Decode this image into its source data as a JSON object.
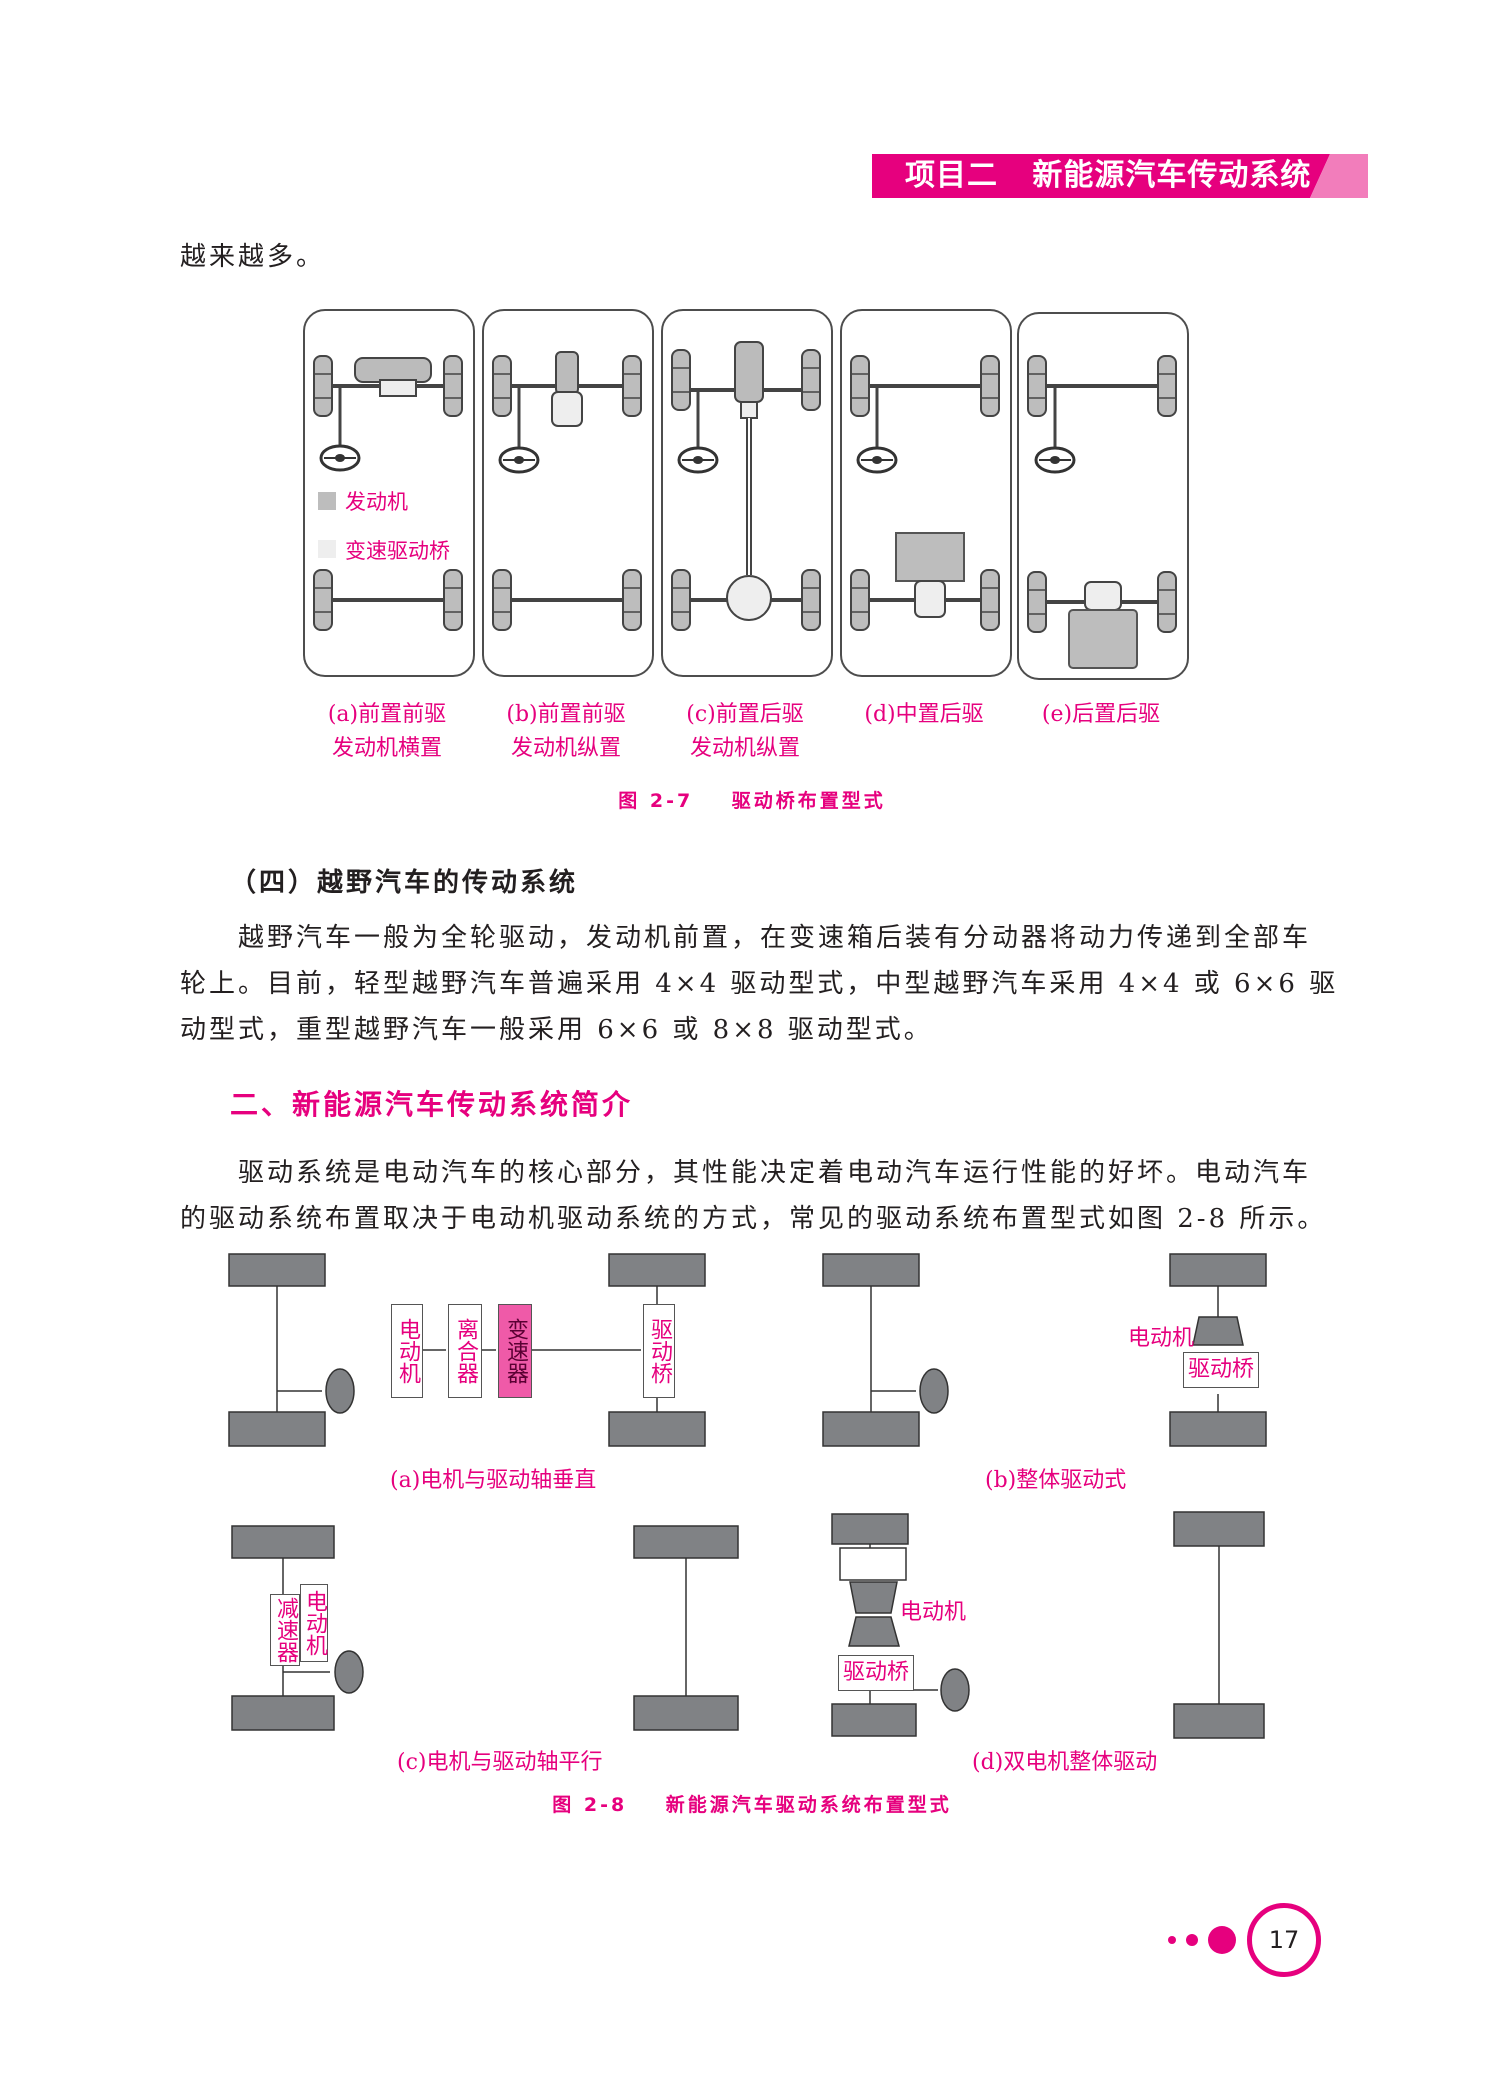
{
  "header": {
    "title": "项目二   新能源汽车传动系统"
  },
  "intro_line": "越来越多。",
  "fig27": {
    "legend": {
      "engine": "发动机",
      "transaxle": "变速驱动桥"
    },
    "captions": [
      {
        "line1": "(a)前置前驱",
        "line2": "发动机横置"
      },
      {
        "line1": "(b)前置前驱",
        "line2": "发动机纵置"
      },
      {
        "line1": "(c)前置后驱",
        "line2": "发动机纵置"
      },
      {
        "line1": "(d)中置后驱",
        "line2": ""
      },
      {
        "line1": "(e)后置后驱",
        "line2": ""
      }
    ],
    "title": "图 2-7    驱动桥布置型式"
  },
  "offroad": {
    "heading": "（四）越野汽车的传动系统",
    "lines": [
      "越野汽车一般为全轮驱动，发动机前置，在变速箱后装有分动器将动力传递到全部车",
      "轮上。目前，轻型越野汽车普遍采用 4×4 驱动型式，中型越野汽车采用 4×4 或 6×6 驱",
      "动型式，重型越野汽车一般采用 6×6 或 8×8 驱动型式。"
    ]
  },
  "section2": {
    "heading": "二、新能源汽车传动系统简介",
    "lines": [
      "驱动系统是电动汽车的核心部分，其性能决定着电动汽车运行性能的好坏。电动汽车",
      "的驱动系统布置取决于电动机驱动系统的方式，常见的驱动系统布置型式如图 2-8 所示。"
    ]
  },
  "fig28": {
    "a": {
      "motor": "电动机",
      "clutch": "离合器",
      "gearbox": "变速器",
      "axle": "驱动桥",
      "caption": "(a)电机与驱动轴垂直"
    },
    "b": {
      "motor": "电动机",
      "axle": "驱动桥",
      "caption": "(b)整体驱动式"
    },
    "c": {
      "reducer": "减速器",
      "motor": "电动机",
      "caption": "(c)电机与驱动轴平行"
    },
    "d": {
      "motor": "电动机",
      "axle": "驱动桥",
      "caption": "(d)双电机整体驱动"
    },
    "title": "图 2-8    新能源汽车驱动系统布置型式"
  },
  "footer": {
    "page_number": "17"
  },
  "colors": {
    "accent": "#e6007e",
    "header_light": "#f27dbb",
    "gearbox_fill": "#ef5aa8"
  }
}
